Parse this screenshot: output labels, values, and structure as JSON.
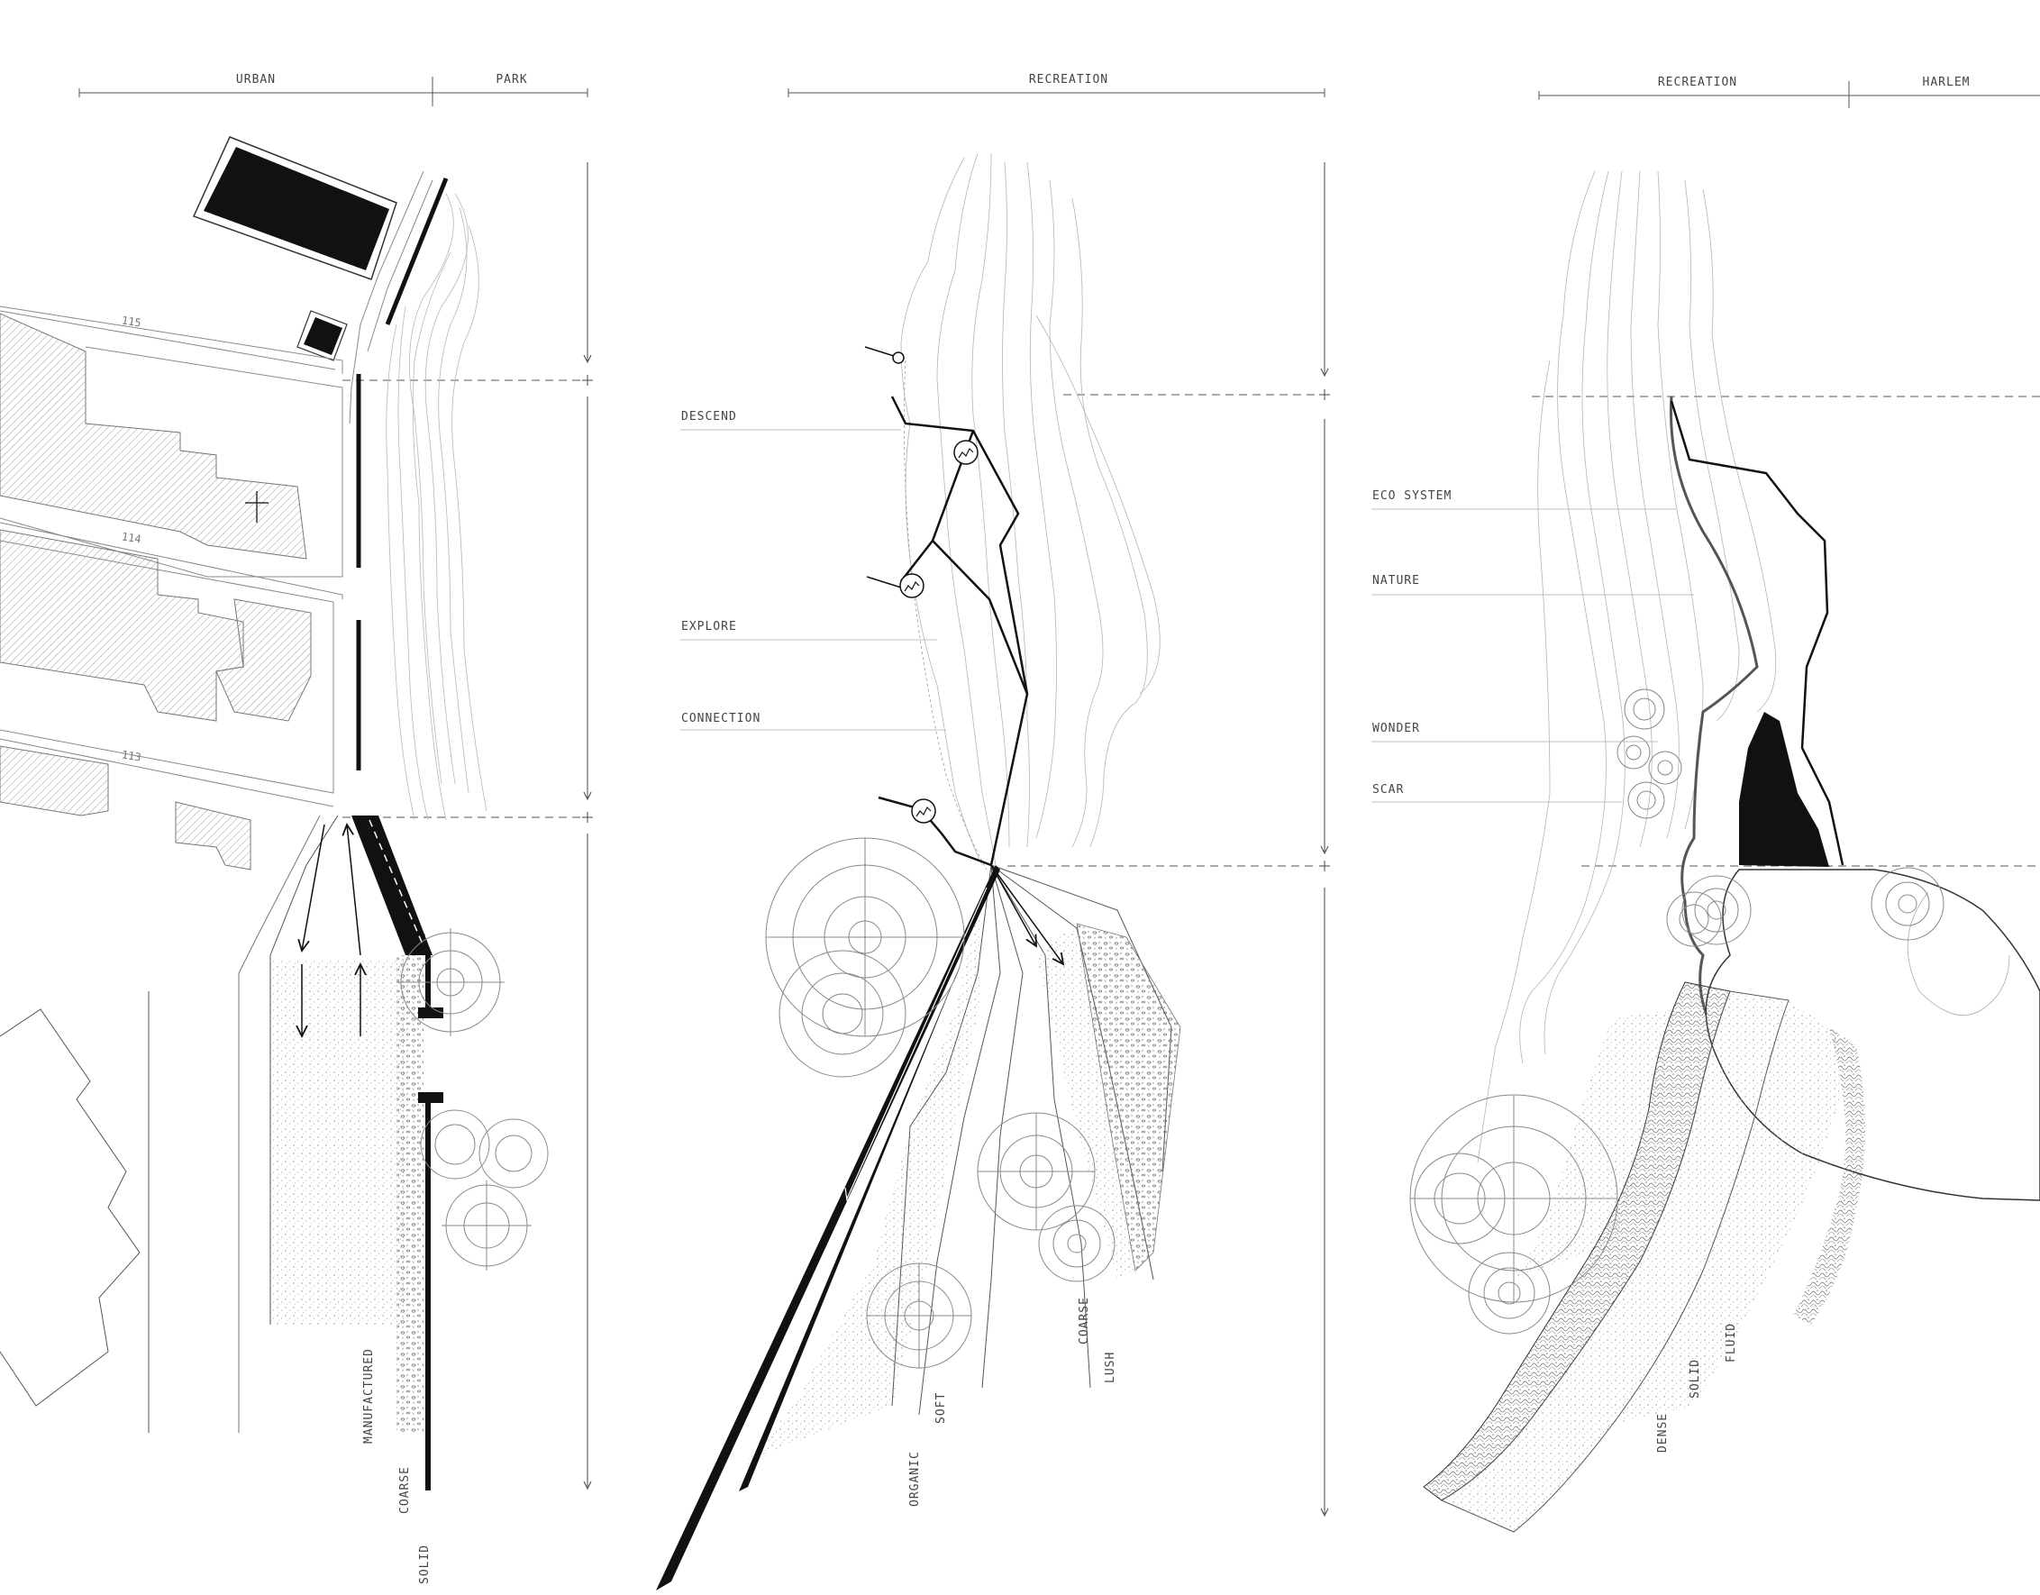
{
  "panels": [
    {
      "headers": [
        "URBAN",
        "PARK"
      ],
      "streets": [
        "115",
        "114",
        "113"
      ],
      "labels": [
        "MANUFACTURED",
        "COARSE",
        "SOLID"
      ]
    },
    {
      "headers": [
        "RECREATION"
      ],
      "labels": [
        "DESCEND",
        "EXPLORE",
        "CONNECTION"
      ],
      "vertical_labels": [
        "ORGANIC",
        "SOFT",
        "COARSE",
        "LUSH"
      ]
    },
    {
      "headers": [
        "RECREATION",
        "HARLEM"
      ],
      "labels": [
        "ECO SYSTEM",
        "NATURE",
        "WONDER",
        "SCAR"
      ],
      "vertical_labels": [
        "DENSE",
        "SOLID",
        "FLUID"
      ]
    }
  ],
  "colors": {
    "ink": "#111111",
    "line": "#9a9a9a",
    "fill_building": "#d8d8d8"
  }
}
